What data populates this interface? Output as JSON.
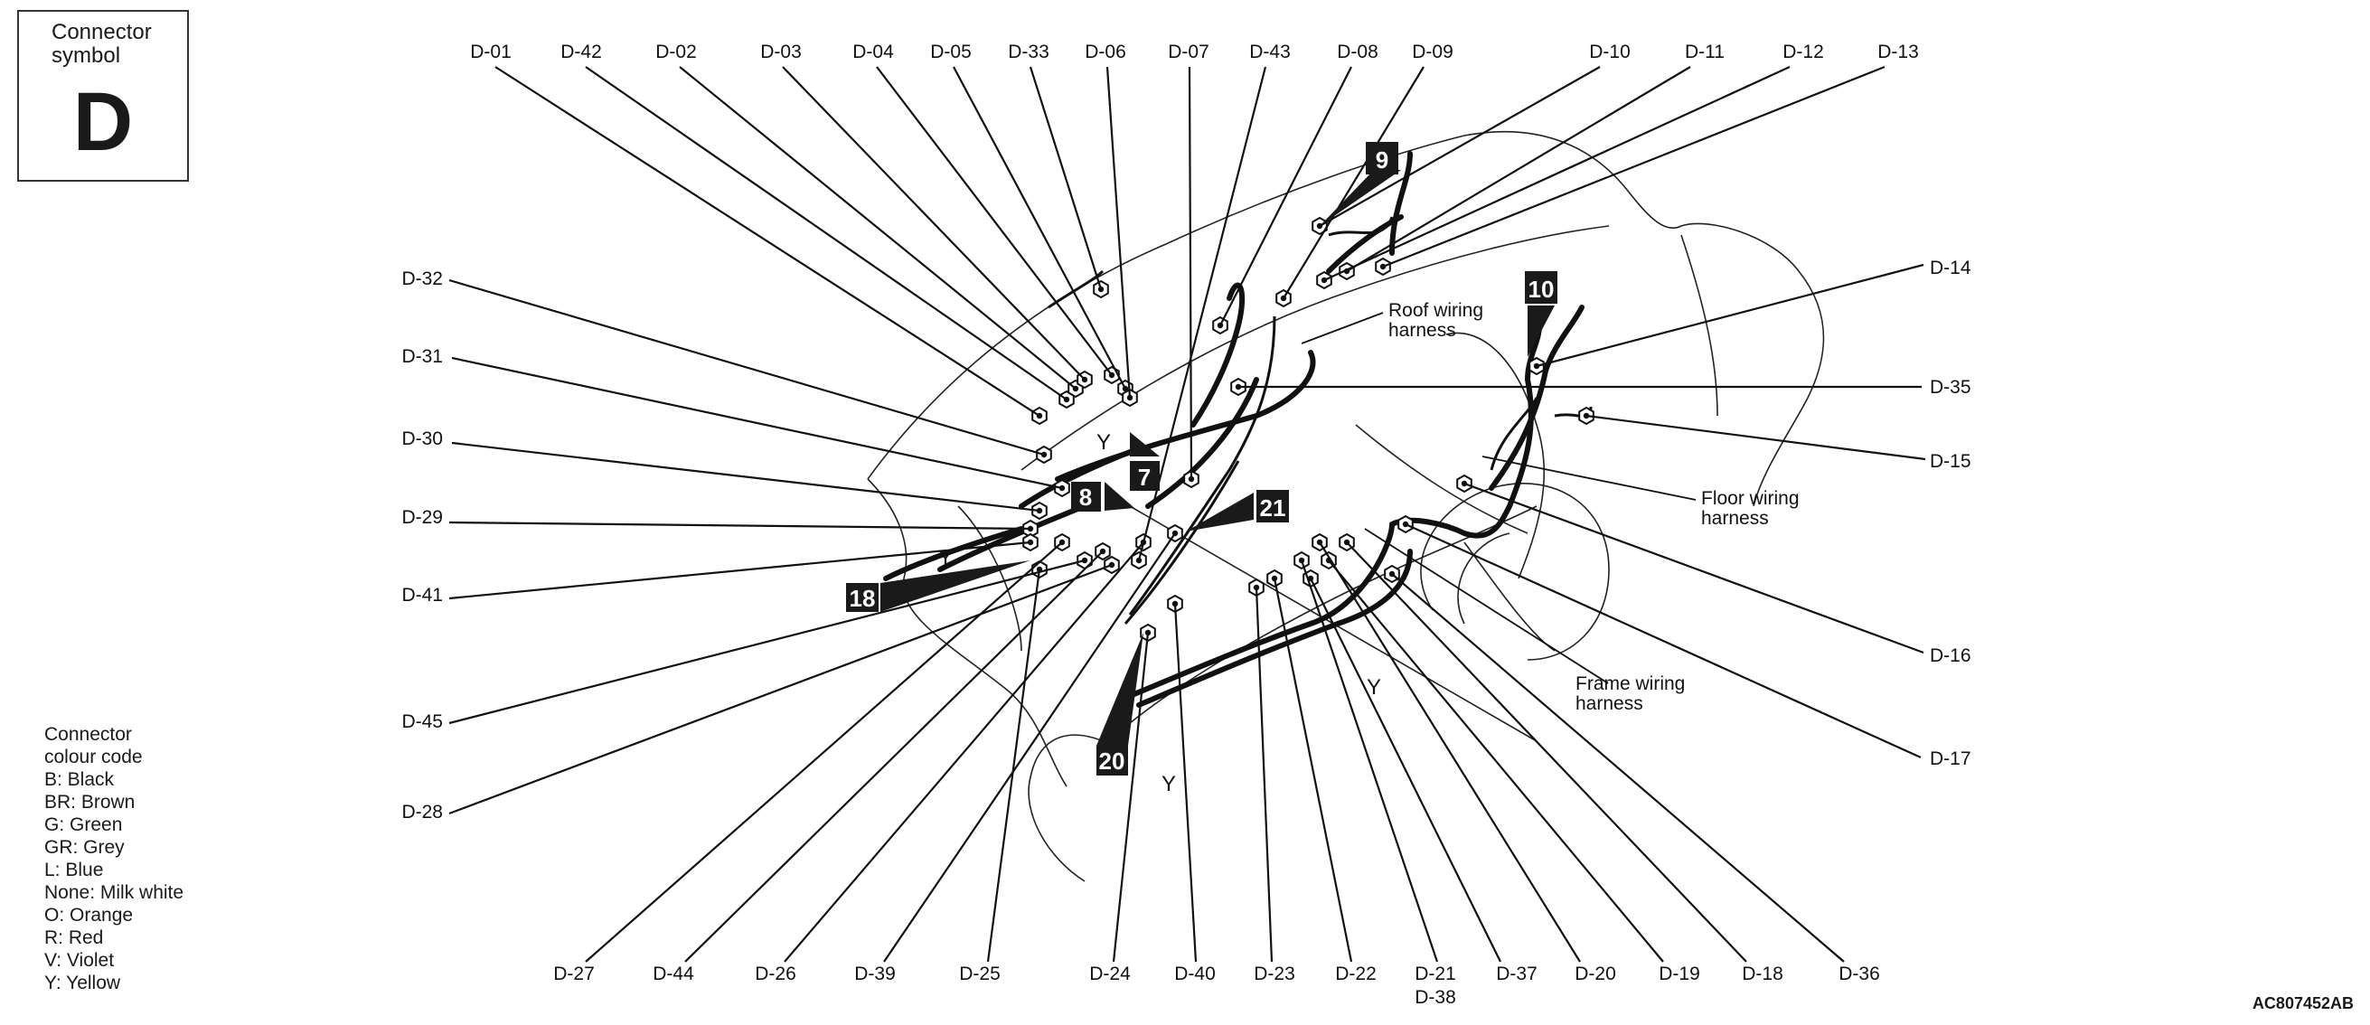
{
  "connector_symbol": {
    "title_line1": "Connector",
    "title_line2": "symbol",
    "letter": "D"
  },
  "colour_legend": {
    "title_line1": "Connector",
    "title_line2": "colour code",
    "entries": [
      {
        "code": "B",
        "colour": "Black",
        "text": "B: Black"
      },
      {
        "code": "BR",
        "colour": "Brown",
        "text": "BR: Brown"
      },
      {
        "code": "G",
        "colour": "Green",
        "text": "G: Green"
      },
      {
        "code": "GR",
        "colour": "Grey",
        "text": "GR: Grey"
      },
      {
        "code": "L",
        "colour": "Blue",
        "text": "L: Blue"
      },
      {
        "code": "None",
        "colour": "Milk white",
        "text": "None: Milk white"
      },
      {
        "code": "O",
        "colour": "Orange",
        "text": "O: Orange"
      },
      {
        "code": "R",
        "colour": "Red",
        "text": "R: Red"
      },
      {
        "code": "V",
        "colour": "Violet",
        "text": "V: Violet"
      },
      {
        "code": "Y",
        "colour": "Yellow",
        "text": "Y: Yellow"
      }
    ]
  },
  "harness_labels": {
    "roof": [
      "Roof wiring",
      "harness"
    ],
    "floor": [
      "Floor wiring",
      "harness"
    ],
    "frame": [
      "Frame wiring",
      "harness"
    ]
  },
  "callouts": [
    "9",
    "10",
    "7",
    "8",
    "21",
    "18",
    "20"
  ],
  "colour_marks": [
    "Y",
    "Y",
    "Y",
    "Y",
    "Y"
  ],
  "connectors_top": [
    "D-01",
    "D-42",
    "D-02",
    "D-03",
    "D-04",
    "D-05",
    "D-33",
    "D-06",
    "D-07",
    "D-43",
    "D-08",
    "D-09",
    "D-10",
    "D-11",
    "D-12",
    "D-13"
  ],
  "connectors_left": [
    "D-32",
    "D-31",
    "D-30",
    "D-29",
    "D-41",
    "D-45",
    "D-28"
  ],
  "connectors_right": [
    "D-14",
    "D-35",
    "D-15",
    "D-16",
    "D-17"
  ],
  "connectors_bottom": [
    "D-27",
    "D-44",
    "D-26",
    "D-39",
    "D-25",
    "D-24",
    "D-40",
    "D-23",
    "D-22",
    "D-21 / D-38",
    "D-37",
    "D-20",
    "D-19",
    "D-18",
    "D-36"
  ],
  "bottom_stacked": {
    "line1": "D-21",
    "line2": "D-38"
  },
  "figure_id": "AC807452AB"
}
